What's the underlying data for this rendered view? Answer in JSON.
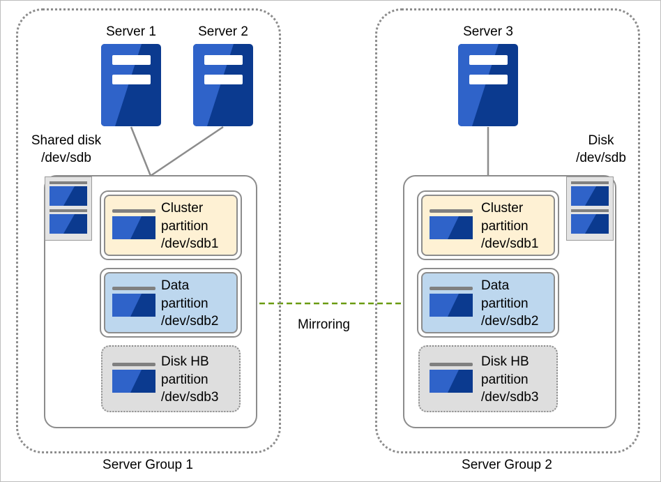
{
  "groups": [
    {
      "label": "Server Group 1",
      "servers": [
        "Server 1",
        "Server 2"
      ],
      "disk_label": [
        "Shared disk",
        "/dev/sdb"
      ],
      "partitions": [
        {
          "lines": [
            "Cluster",
            "partition",
            "/dev/sdb1"
          ]
        },
        {
          "lines": [
            "Data",
            "partition",
            "/dev/sdb2"
          ]
        },
        {
          "lines": [
            "Disk HB",
            "partition",
            "/dev/sdb3"
          ]
        }
      ]
    },
    {
      "label": "Server Group 2",
      "servers": [
        "Server 3"
      ],
      "disk_label": [
        "Disk",
        "/dev/sdb"
      ],
      "partitions": [
        {
          "lines": [
            "Cluster",
            "partition",
            "/dev/sdb1"
          ]
        },
        {
          "lines": [
            "Data",
            "partition",
            "/dev/sdb2"
          ]
        },
        {
          "lines": [
            "Disk HB",
            "partition",
            "/dev/sdb3"
          ]
        }
      ]
    }
  ],
  "mirroring_label": "Mirroring",
  "colors": {
    "server_dark": "#0b3a8f",
    "server_light": "#2f63c9",
    "cluster_partition": "#fef1d4",
    "data_partition": "#bdd7ee",
    "diskhb_partition": "#dedede",
    "mirror_arrow": "#6a9b10",
    "border_gray": "#8c8c8c"
  },
  "icons": [
    "server-icon",
    "disk-icon",
    "partition-icon",
    "arrow-icon"
  ]
}
